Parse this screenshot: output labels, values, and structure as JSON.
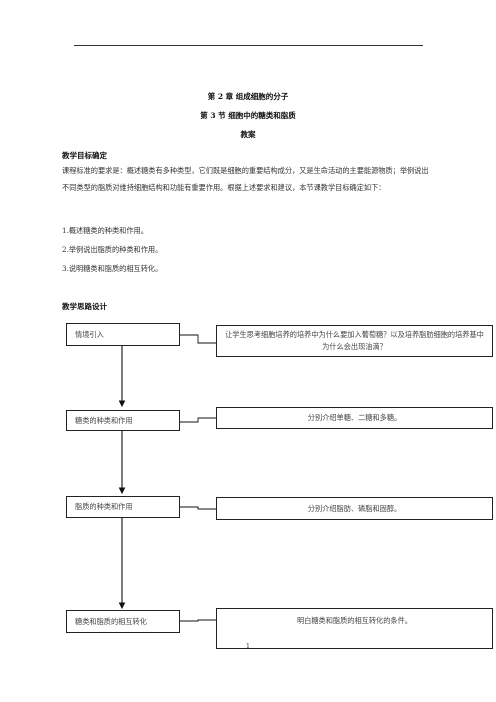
{
  "doc": {
    "chapter_title": "第 2 章  组成细胞的分子",
    "section_title": "第 3 节  细胞中的糖类和脂质",
    "doc_type": "教案",
    "goals_heading": "教学目标确定",
    "goals_paragraph": "课程标准的要求是：概述糖类有多种类型，它们既是细胞的重要结构成分，又是生命活动的主要能源物质；举例说出不同类型的脂质对维持细胞结构和功能有重要作用。根据上述要求和建议，本节课教学目标确定如下：",
    "goals": [
      "1.概述糖类的种类和作用。",
      "2.举例说出脂质的种类和作用。",
      "3.说明糖类和脂质的相互转化。"
    ],
    "design_heading": "教学思路设计",
    "page_number": "1"
  },
  "flow": {
    "steps": [
      {
        "label": "情境引入",
        "detail": "让学生思考细胞培养的培养中为什么要加入葡萄糖？以及培养脂肪细胞的培养基中为什么会出现油滴？"
      },
      {
        "label": "糖类的种类和作用",
        "detail": "分别介绍单糖、二糖和多糖。"
      },
      {
        "label": "脂质的种类和作用",
        "detail": "分别介绍脂肪、磷脂和固醇。"
      },
      {
        "label": "糖类和脂质的相互转化",
        "detail": "明白糖类和脂质的相互转化的条件。"
      }
    ]
  }
}
